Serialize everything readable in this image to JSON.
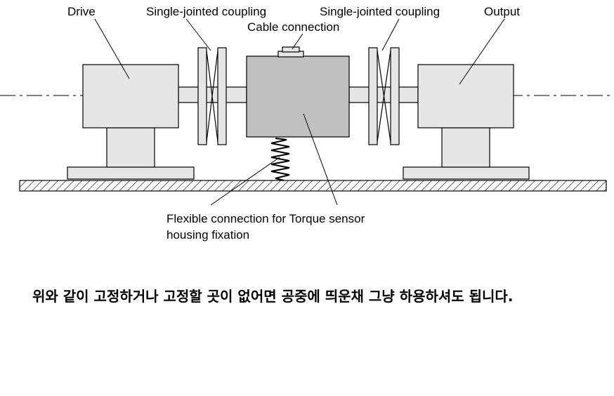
{
  "labels": {
    "drive": "Drive",
    "coupling_left": "Single-jointed coupling",
    "cable": "Cable connection",
    "coupling_right": "Single-jointed coupling",
    "output": "Output",
    "flexible_line1": "Flexible connection for Torque sensor",
    "flexible_line2": "housing fixation"
  },
  "caption": "위와 같이 고정하거나 고정할 곳이 없어면 공중에 띄운채 그냥 하용하셔도 됩니다.",
  "colors": {
    "block_fill": "#e6e6e6",
    "sensor_fill": "#c0c0c0",
    "stroke": "#000000",
    "background": "#ffffff"
  }
}
